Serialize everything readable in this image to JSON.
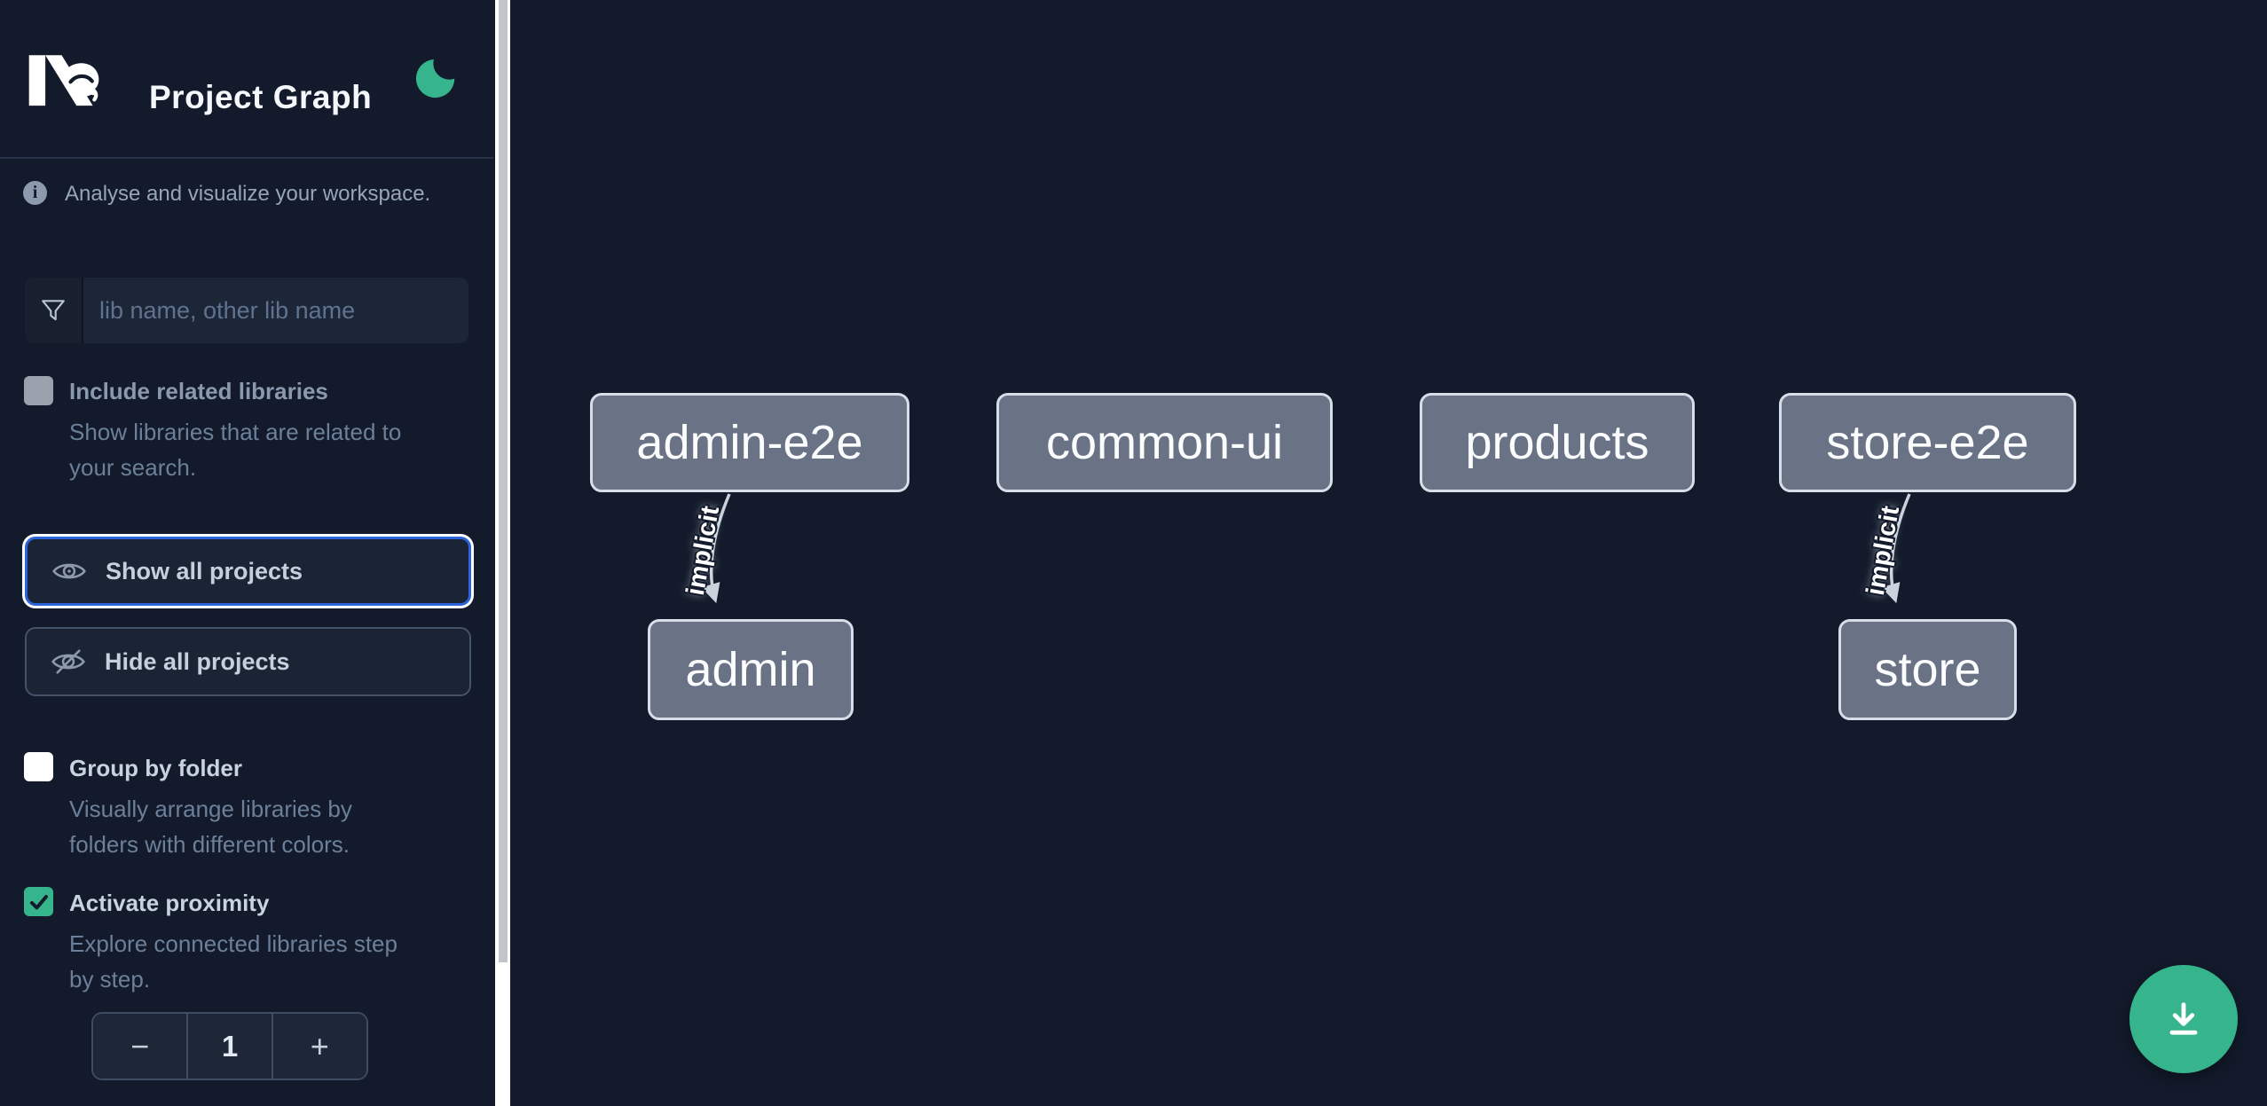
{
  "header": {
    "app_name": "Nx",
    "title": "Project Graph"
  },
  "sidebar": {
    "info_text": "Analyse and visualize your workspace.",
    "search": {
      "placeholder": "lib name, other lib name",
      "value": ""
    },
    "include_related": {
      "label": "Include related libraries",
      "description_line1": "Show libraries that are related to",
      "description_line2": "your search.",
      "checked": false,
      "disabled": true
    },
    "show_all": {
      "label": "Show all projects",
      "focused": true
    },
    "hide_all": {
      "label": "Hide all projects"
    },
    "group_by_folder": {
      "label": "Group by folder",
      "description_line1": "Visually arrange libraries by",
      "description_line2": "folders with different colors.",
      "checked": false
    },
    "proximity": {
      "label": "Activate proximity",
      "description_line1": "Explore connected libraries step",
      "description_line2": "by step.",
      "checked": true,
      "stepper": {
        "decrement": "−",
        "value": "1",
        "increment": "+"
      }
    }
  },
  "graph": {
    "nodes": [
      {
        "id": "admin-e2e",
        "label": "admin-e2e"
      },
      {
        "id": "common-ui",
        "label": "common-ui"
      },
      {
        "id": "products",
        "label": "products"
      },
      {
        "id": "store-e2e",
        "label": "store-e2e"
      },
      {
        "id": "admin",
        "label": "admin"
      },
      {
        "id": "store",
        "label": "store"
      }
    ],
    "edges": [
      {
        "source": "admin-e2e",
        "target": "admin",
        "label": "implicit"
      },
      {
        "source": "store-e2e",
        "target": "store",
        "label": "implicit"
      }
    ]
  },
  "icons": {
    "nx-logo": "Nx brand mark",
    "theme-moon-icon": "crescent moon (dark mode)",
    "info-icon": "i in circle",
    "filter-icon": "funnel",
    "eye-icon": "eye",
    "eye-off-icon": "eye with slash",
    "checkmark-icon": "✓",
    "minus-icon": "−",
    "plus-icon": "+",
    "download-icon": "arrow down into tray"
  },
  "colors": {
    "background": "#121a2b",
    "accent_green": "#36b58c",
    "focus_blue": "#2c63d8",
    "node_fill": "#6a7385",
    "node_border": "#d8dee8",
    "edge_line": "#c9d2dd",
    "panel": "#1d2636",
    "muted_text": "#6d8099"
  }
}
